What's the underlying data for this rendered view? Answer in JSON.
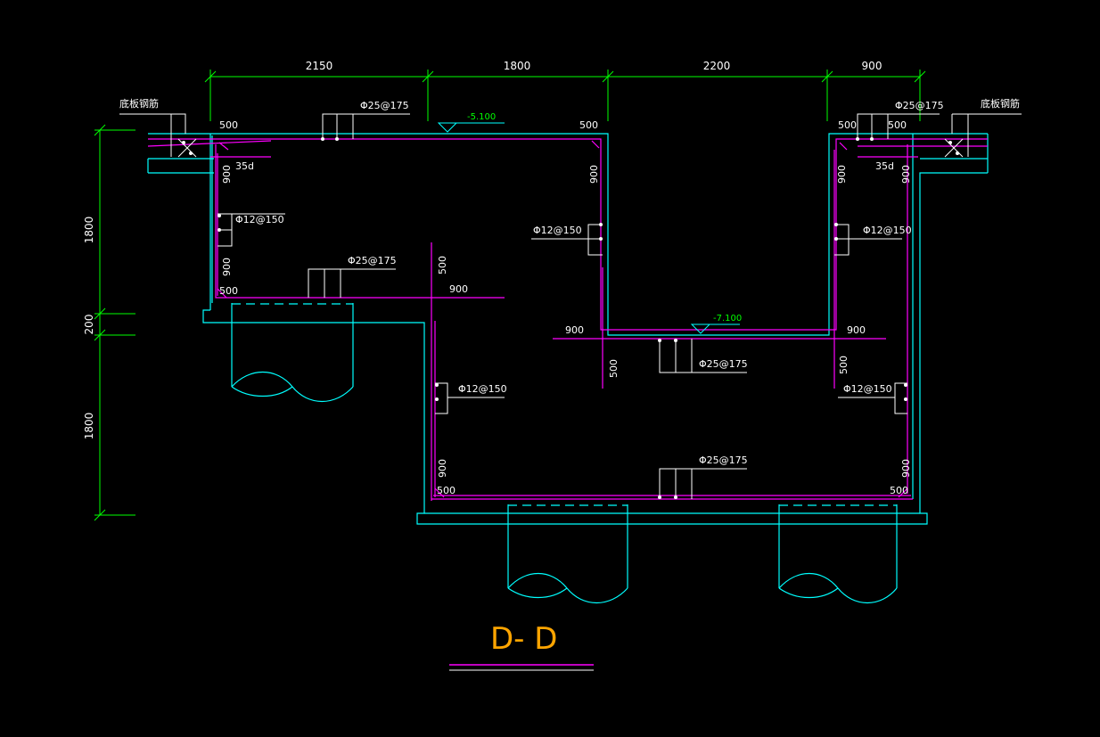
{
  "dims_top": [
    "2150",
    "1800",
    "2200",
    "900"
  ],
  "dims_left": [
    "1800",
    "200",
    "1800"
  ],
  "levels": [
    "-5.100",
    "-7.100"
  ],
  "rebar_main": "Φ25@175",
  "rebar_wall": "Φ12@150",
  "anchor_35d": "35d",
  "dim_500": "500",
  "dim_900": "900",
  "slab_rebar_label": "底板钢筋",
  "section_title": "D- D",
  "colors": {
    "background": "#000000",
    "structure": "#00ffff",
    "rebar": "#ff00ff",
    "dimension": "#00ff00",
    "text": "#ffffff",
    "title": "#ffa500"
  }
}
